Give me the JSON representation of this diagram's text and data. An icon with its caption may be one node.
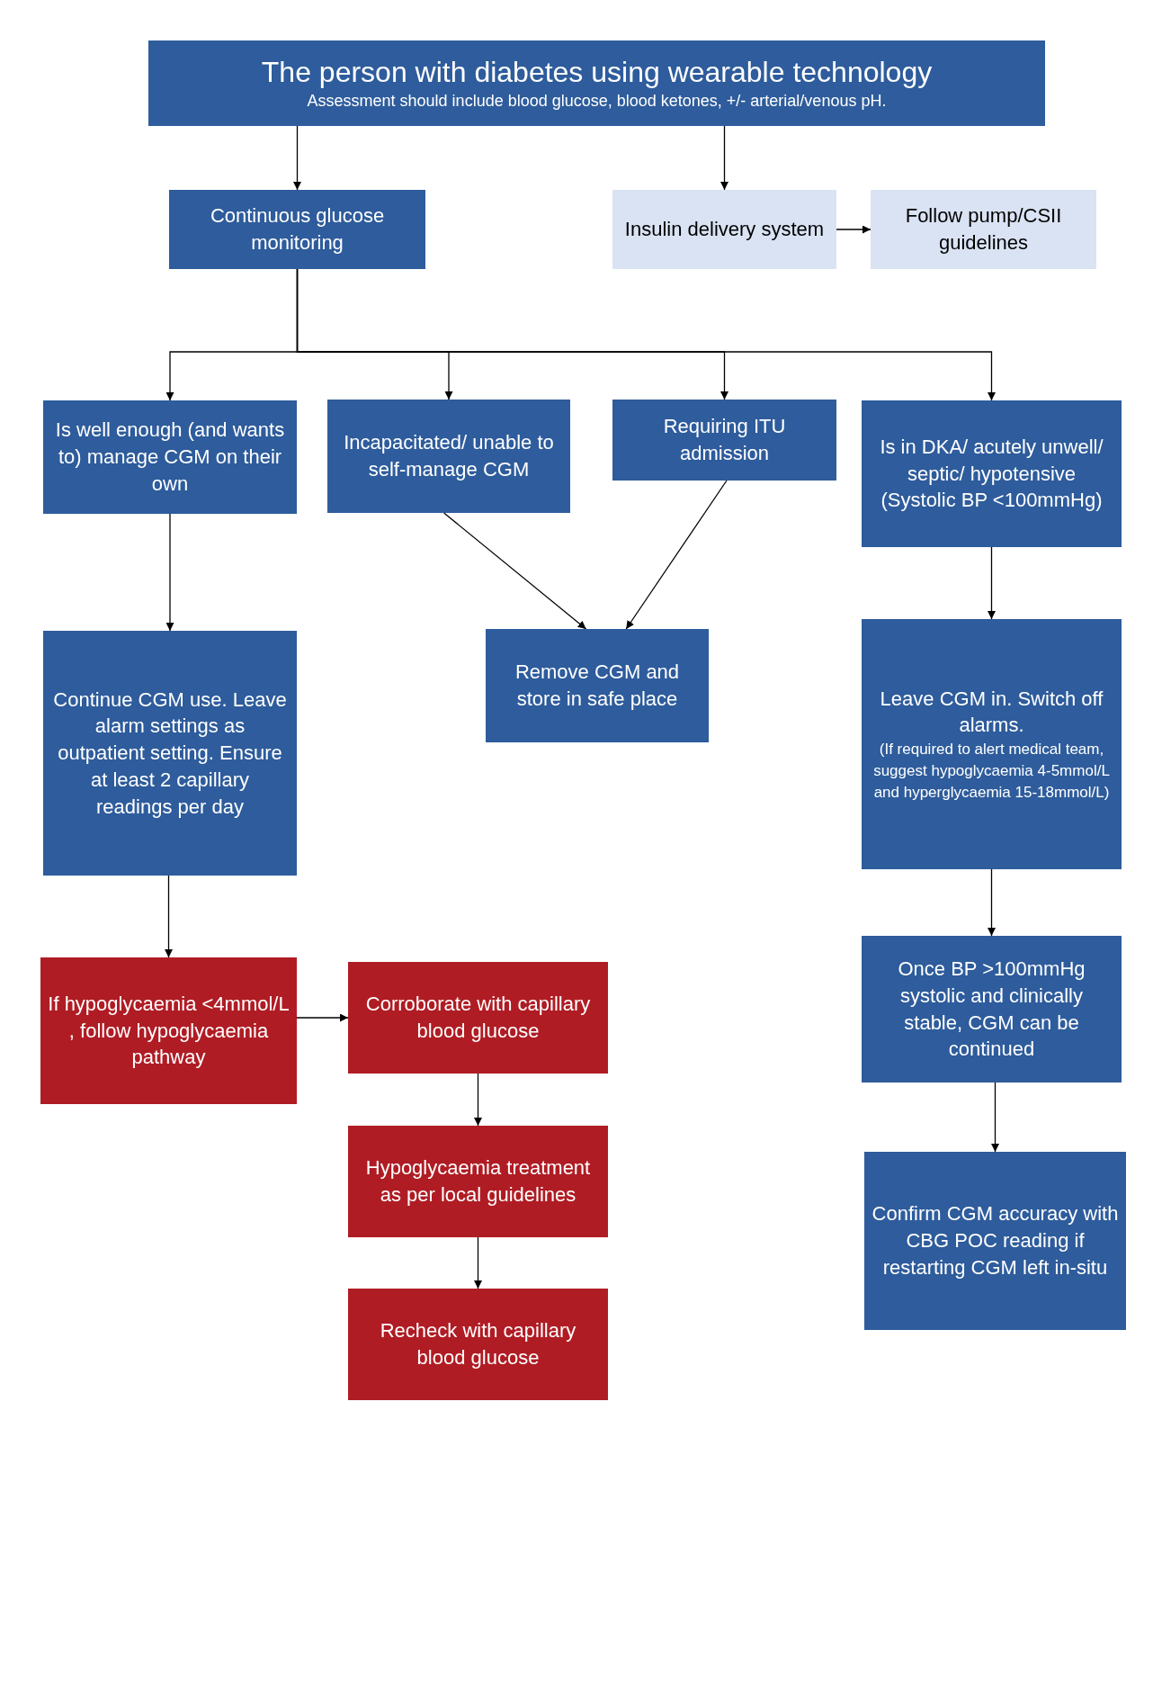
{
  "diagram": {
    "nodes": [
      {
        "text": [
          "The person with diabetes using wearable technology",
          "Assessment should include blood glucose, blood ketones, +/- arterial/venous pH."
        ]
      },
      {
        "text": [
          "Continuous glucose monitoring"
        ]
      },
      {
        "text": [
          "Insulin delivery system"
        ]
      },
      {
        "text": [
          "Follow pump/CSII guidelines"
        ]
      },
      {
        "text": [
          "Is well enough (and wants to) manage CGM on their own"
        ]
      },
      {
        "text": [
          "Incapacitated/ unable to self-manage CGM"
        ]
      },
      {
        "text": [
          "Requiring ITU admission"
        ]
      },
      {
        "text": [
          "Is in DKA/ acutely unwell/ septic/ hypotensive (Systolic BP <100mmHg)"
        ]
      },
      {
        "text": [
          "Continue CGM use. Leave alarm settings as outpatient setting. Ensure at least 2 capillary readings per day"
        ]
      },
      {
        "text": [
          "Remove CGM and store in safe place"
        ]
      },
      {
        "text": [
          "Leave CGM in. Switch off alarms.",
          "(If required to alert medical team, suggest hypoglycaemia 4-5mmol/L and hyperglycaemia 15-18mmol/L)"
        ]
      },
      {
        "text": [
          "If hypoglycaemia <4mmol/L , follow hypoglycaemia pathway"
        ]
      },
      {
        "text": [
          "Corroborate with capillary blood glucose"
        ]
      },
      {
        "text": [
          "Hypoglycaemia treatment as per local guidelines"
        ]
      },
      {
        "text": [
          "Recheck with capillary blood glucose"
        ]
      },
      {
        "text": [
          "Once BP >100mmHg systolic and clinically stable, CGM can be continued"
        ]
      },
      {
        "text": [
          "Confirm CGM accuracy with CBG POC reading if restarting CGM left in-situ"
        ]
      }
    ],
    "edges": [
      {
        "from": 0,
        "to": 1,
        "arrow": "to"
      },
      {
        "from": 0,
        "to": 2,
        "arrow": "to"
      },
      {
        "from": 2,
        "to": 3,
        "arrow": "to"
      },
      {
        "from": 1,
        "to": 4,
        "arrow": "to"
      },
      {
        "from": 1,
        "to": 5,
        "arrow": "to"
      },
      {
        "from": 1,
        "to": 6,
        "arrow": "to"
      },
      {
        "from": 1,
        "to": 7,
        "arrow": "to"
      },
      {
        "from": 4,
        "to": 8,
        "arrow": "to"
      },
      {
        "from": 5,
        "to": 9,
        "arrow": "to"
      },
      {
        "from": 6,
        "to": 9,
        "arrow": "to"
      },
      {
        "from": 7,
        "to": 10,
        "arrow": "to"
      },
      {
        "from": 8,
        "to": 11,
        "arrow": "to"
      },
      {
        "from": 11,
        "to": 12,
        "arrow": "to"
      },
      {
        "from": 12,
        "to": 13,
        "arrow": "to"
      },
      {
        "from": 13,
        "to": 14,
        "arrow": "to"
      },
      {
        "from": 10,
        "to": 15,
        "arrow": "to"
      },
      {
        "from": 15,
        "to": 16,
        "arrow": "to"
      }
    ]
  }
}
